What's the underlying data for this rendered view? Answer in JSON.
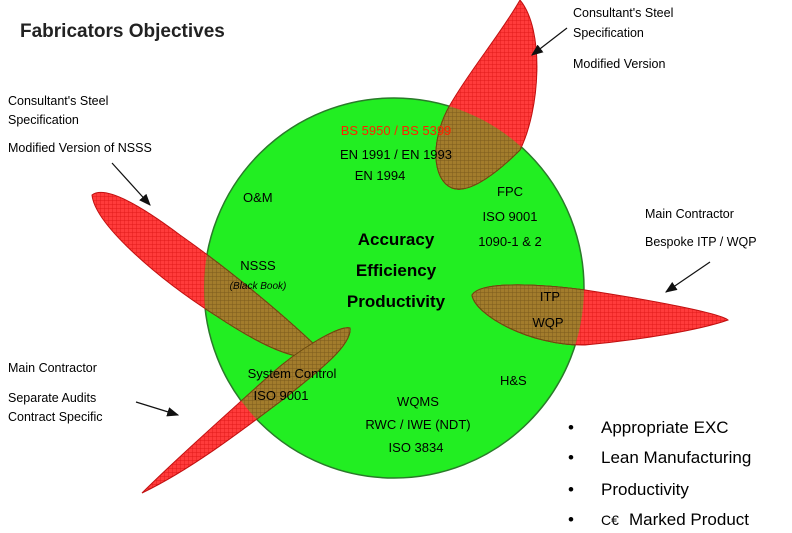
{
  "title": "Fabricators Objectives",
  "colors": {
    "circle": "#22ee22",
    "petal": "#ff3030",
    "overlap": "#9a7a2a",
    "standards_highlight": "#ff2200"
  },
  "notes": {
    "top_right": {
      "line1": "Consultant's Steel",
      "line2": "Specification",
      "line3": "Modified Version"
    },
    "top_left": {
      "line1": "Consultant's Steel",
      "line2": "Specification",
      "line3": "Modified Version of NSSS"
    },
    "right": {
      "line1": "Main Contractor",
      "line2": "Bespoke ITP / WQP"
    },
    "bottom_left": {
      "line1": "Main Contractor",
      "line2": "Separate Audits",
      "line3": "Contract Specific"
    }
  },
  "circle": {
    "core": {
      "line1": "Accuracy",
      "line2": "Efficiency",
      "line3": "Productivity"
    },
    "standards": {
      "bs": "BS 5950 / BS 5399",
      "en1": "EN 1991 / EN 1993",
      "en2": "EN 1994"
    },
    "om": "O&M",
    "fpc": {
      "line1": "FPC",
      "line2": "ISO 9001",
      "line3": "1090-1 & 2"
    },
    "nsss": {
      "line1": "NSSS",
      "line2": "(Black Book)"
    },
    "itp": {
      "line1": "ITP",
      "line2": "WQP"
    },
    "system_control": {
      "line1": "System Control",
      "line2": "ISO 9001"
    },
    "hs": "H&S",
    "wqms": {
      "line1": "WQMS",
      "line2": "RWC / IWE (NDT)",
      "line3": "ISO 3834"
    }
  },
  "bullets": {
    "marker": "•",
    "ce_mark": "C€",
    "items": [
      "Appropriate EXC",
      "Lean Manufacturing",
      "Productivity",
      "Marked Product"
    ]
  }
}
